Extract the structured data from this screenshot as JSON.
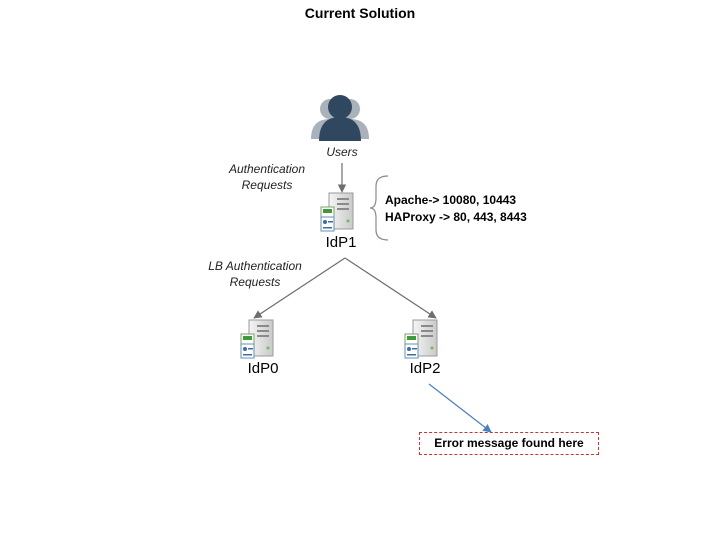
{
  "title": "Current Solution",
  "users_label": "Users",
  "auth_requests_label": [
    "Authentication",
    "Requests"
  ],
  "lb_requests_label": [
    "LB Authentication",
    "Requests"
  ],
  "nodes": {
    "idp1": "IdP1",
    "idp0": "IdP0",
    "idp2": "IdP2"
  },
  "config_lines": [
    "Apache-> 10080, 10443",
    "HAProxy -> 80, 443, 8443"
  ],
  "error_note": "Error message found here",
  "colors": {
    "users_icon": "#2f4860",
    "users_shadow": "#a9b2ba",
    "arrow_gray": "#6e6e6e",
    "arrow_blue": "#4a7fc1",
    "error_border": "#cc3333"
  }
}
